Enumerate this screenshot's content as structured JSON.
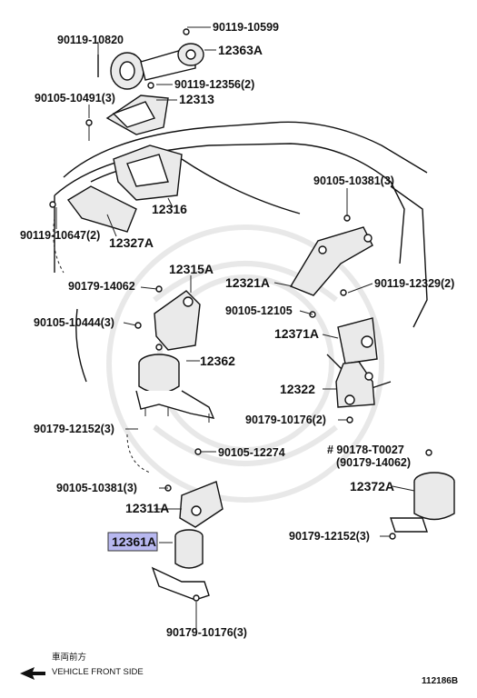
{
  "parts": [
    {
      "id": "p1",
      "text": "90119-10599"
    },
    {
      "id": "p2",
      "text": "90119-10820"
    },
    {
      "id": "p3",
      "text": "12363A"
    },
    {
      "id": "p4",
      "text": "90119-12356(2)"
    },
    {
      "id": "p5",
      "text": "90105-10491(3)"
    },
    {
      "id": "p6",
      "text": "12313"
    },
    {
      "id": "p7",
      "text": "12316"
    },
    {
      "id": "p8",
      "text": "90105-10381(3)"
    },
    {
      "id": "p9",
      "text": "90119-10647(2)"
    },
    {
      "id": "p10",
      "text": "12327A"
    },
    {
      "id": "p11",
      "text": "12315A"
    },
    {
      "id": "p12",
      "text": "12321A"
    },
    {
      "id": "p13",
      "text": "90119-12329(2)"
    },
    {
      "id": "p14",
      "text": "90179-14062"
    },
    {
      "id": "p15",
      "text": "90105-10444(3)"
    },
    {
      "id": "p16",
      "text": "90105-12105"
    },
    {
      "id": "p17",
      "text": "12371A"
    },
    {
      "id": "p18",
      "text": "12362"
    },
    {
      "id": "p19",
      "text": "12322"
    },
    {
      "id": "p20",
      "text": "90179-10176(2)"
    },
    {
      "id": "p21",
      "text": "90179-12152(3)"
    },
    {
      "id": "p22",
      "text": "90105-12274"
    },
    {
      "id": "p23",
      "text": "# 90178-T0027"
    },
    {
      "id": "p24",
      "text": "(90179-14062)"
    },
    {
      "id": "p25",
      "text": "90105-10381(3)"
    },
    {
      "id": "p26",
      "text": "12372A"
    },
    {
      "id": "p27",
      "text": "12311A"
    },
    {
      "id": "p28",
      "text": "90179-12152(3)"
    },
    {
      "id": "p29",
      "text": "90179-10176(3)"
    }
  ],
  "highlight_part": {
    "text": "12361A",
    "color": "#b8b8f0"
  },
  "direction": {
    "jp": "車両前方",
    "en": "VEHICLE FRONT SIDE"
  },
  "figure_id": "112186B"
}
